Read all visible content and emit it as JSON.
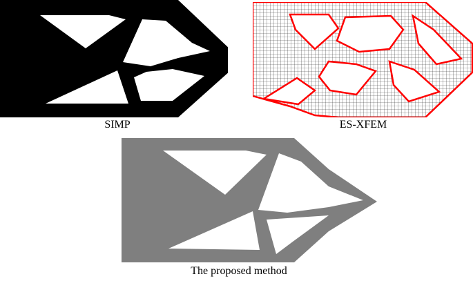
{
  "figure": {
    "panels": [
      {
        "id": "simp",
        "caption": "SIMP",
        "fill_color": "#000000"
      },
      {
        "id": "esxfem",
        "caption": "ES-XFEM",
        "mesh_color": "#222222",
        "boundary_color": "#ff0000"
      },
      {
        "id": "proposed",
        "caption": "The proposed method",
        "fill_color": "#7f7f7f"
      }
    ]
  }
}
